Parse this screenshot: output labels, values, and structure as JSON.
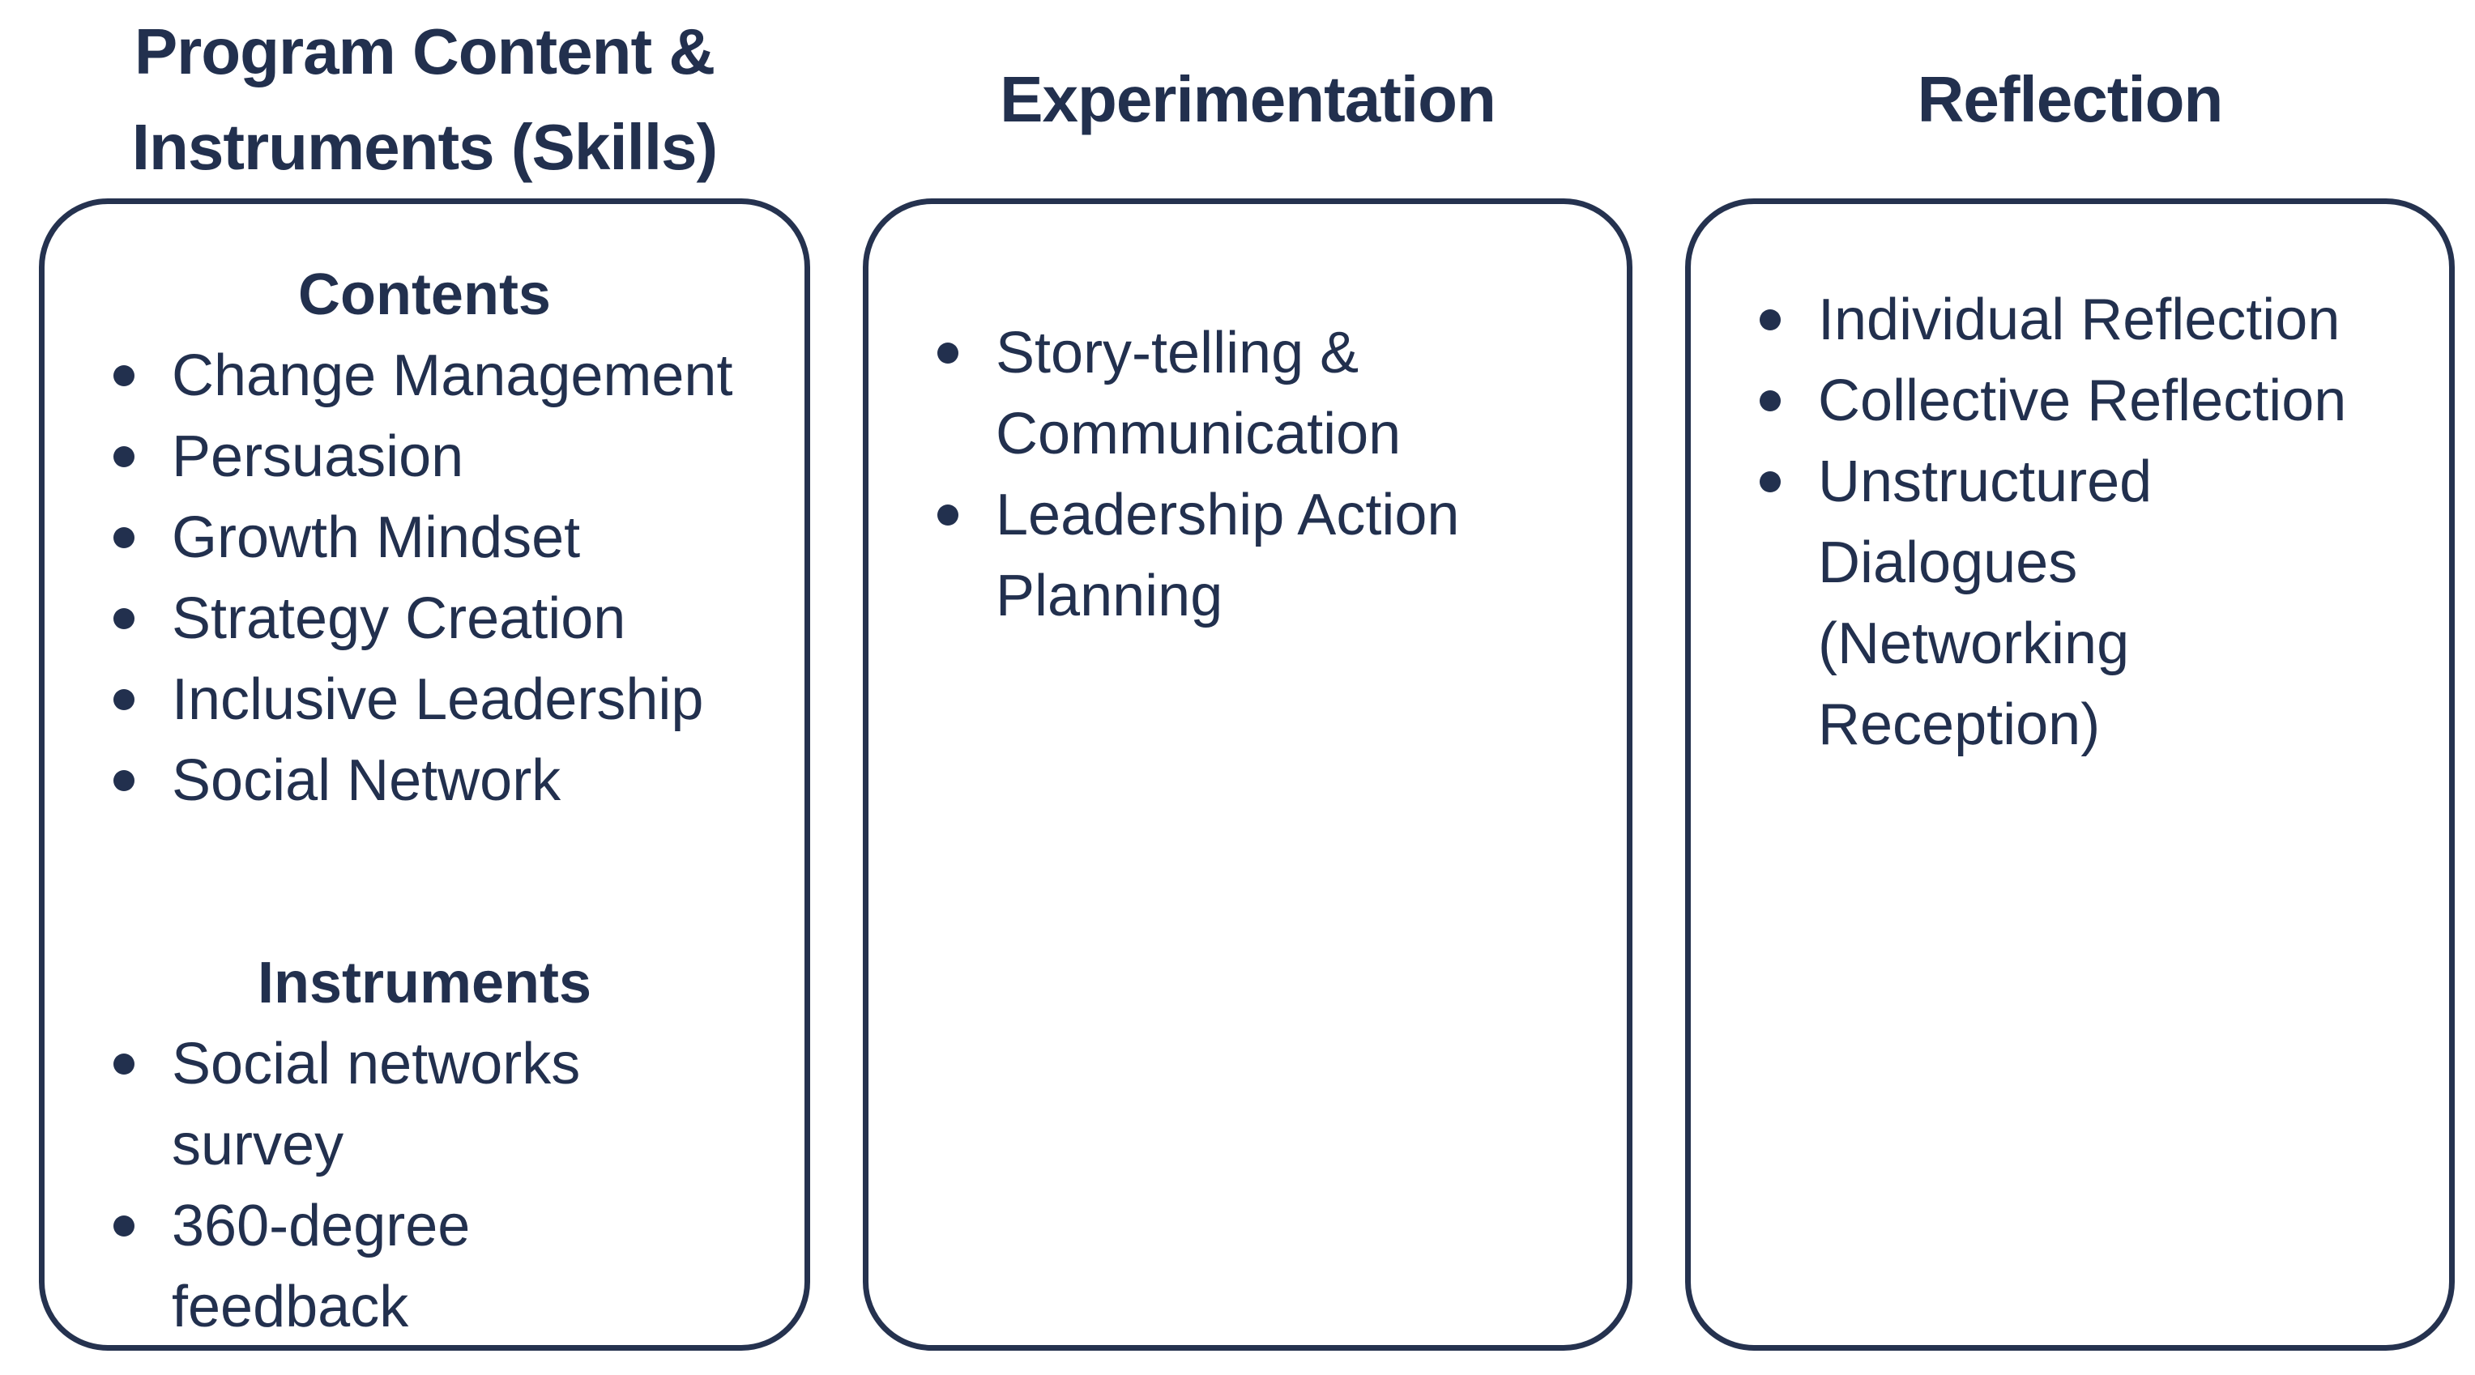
{
  "colors": {
    "ink": "#22304e",
    "border": "#25324f",
    "background": "#ffffff"
  },
  "columns": [
    {
      "id": "program-content",
      "header_lines": [
        "Program Content &",
        "Instruments (Skills)"
      ],
      "sections": [
        {
          "title": "Contents",
          "items": [
            "Change Management",
            "Persuasion",
            "Growth Mindset",
            "Strategy Creation",
            "Inclusive Leadership",
            "Social Network"
          ]
        },
        {
          "title": "Instruments",
          "items": [
            "Social networks survey",
            "360-degree feedback"
          ]
        }
      ]
    },
    {
      "id": "experimentation",
      "header_lines": [
        "Experimentation"
      ],
      "sections": [
        {
          "title": "",
          "items": [
            "Story-telling & Communication",
            "Leadership Action Planning"
          ]
        }
      ]
    },
    {
      "id": "reflection",
      "header_lines": [
        "Reflection"
      ],
      "sections": [
        {
          "title": "",
          "items": [
            "Individual Reflection",
            "Collective Reflection",
            "Unstructured Dialogues (Networking Reception)"
          ]
        }
      ]
    }
  ]
}
